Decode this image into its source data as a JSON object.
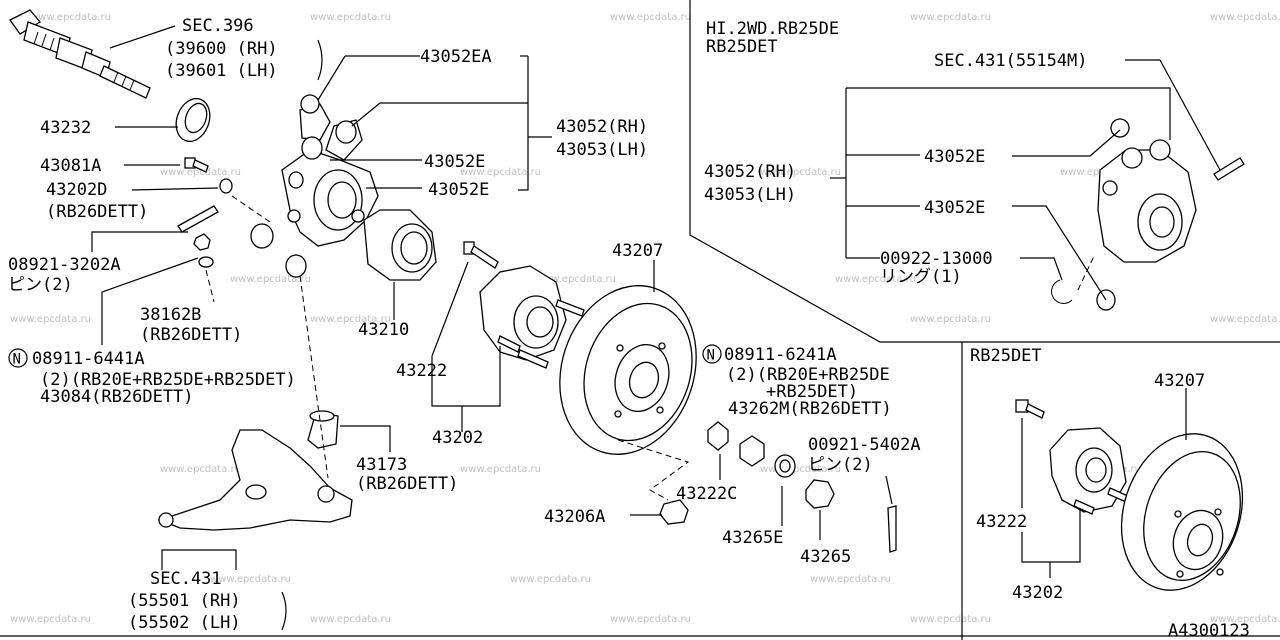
{
  "watermark": "www.epcdata.ru",
  "diagram_code": "A4300123",
  "inset_top_title": [
    "HI.2WD.RB25DE",
    "RB25DET"
  ],
  "inset_bottom_title": "RB25DET",
  "labels": {
    "sec396": "SEC.396",
    "sec396_rh": "(39600 (RH)",
    "sec396_lh": "(39601 (LH)",
    "p43052EA": "43052EA",
    "p43052_rh": "43052(RH)",
    "p43053_lh": "43053(LH)",
    "p43052E_1": "43052E",
    "p43052E_2": "43052E",
    "p43232": "43232",
    "p43081A": "43081A",
    "p43202D": "43202D",
    "p43202D_note": "(RB26DETT)",
    "p08921": "08921-3202A",
    "p08921_note": "ピン(2)",
    "p38162B": "38162B",
    "p38162B_note": "(RB26DETT)",
    "p43210": "43210",
    "p08911_6441": "08911-6441A",
    "p08911_6441_note": "(2)(RB20E+RB25DE+RB25DET)",
    "p43084": "43084(RB26DETT)",
    "p43207": "43207",
    "p43222": "43222",
    "p43202": "43202",
    "p08911_6241": "08911-6241A",
    "p08911_6241_note1": "(2)(RB20E+RB25DE",
    "p08911_6241_note2": "+RB25DET)",
    "p43262M": "43262M(RB26DETT)",
    "p00921": "00921-5402A",
    "p00921_note": "ピン(2)",
    "p43173": "43173",
    "p43173_note": "(RB26DETT)",
    "p43222C": "43222C",
    "p43206A": "43206A",
    "p43265E": "43265E",
    "p43265": "43265",
    "sec431": "SEC.431",
    "sec431_rh": "(55501 (RH)",
    "sec431_lh": "(55502 (LH)",
    "r_sec431": "SEC.431(55154M)",
    "r_43052E_1": "43052E",
    "r_43052_rh": "43052(RH)",
    "r_43053_lh": "43053(LH)",
    "r_43052E_2": "43052E",
    "r_00922": "00922-13000",
    "r_00922_note": "リング(1)",
    "b_43207": "43207",
    "b_43222": "43222",
    "b_43202": "43202"
  }
}
